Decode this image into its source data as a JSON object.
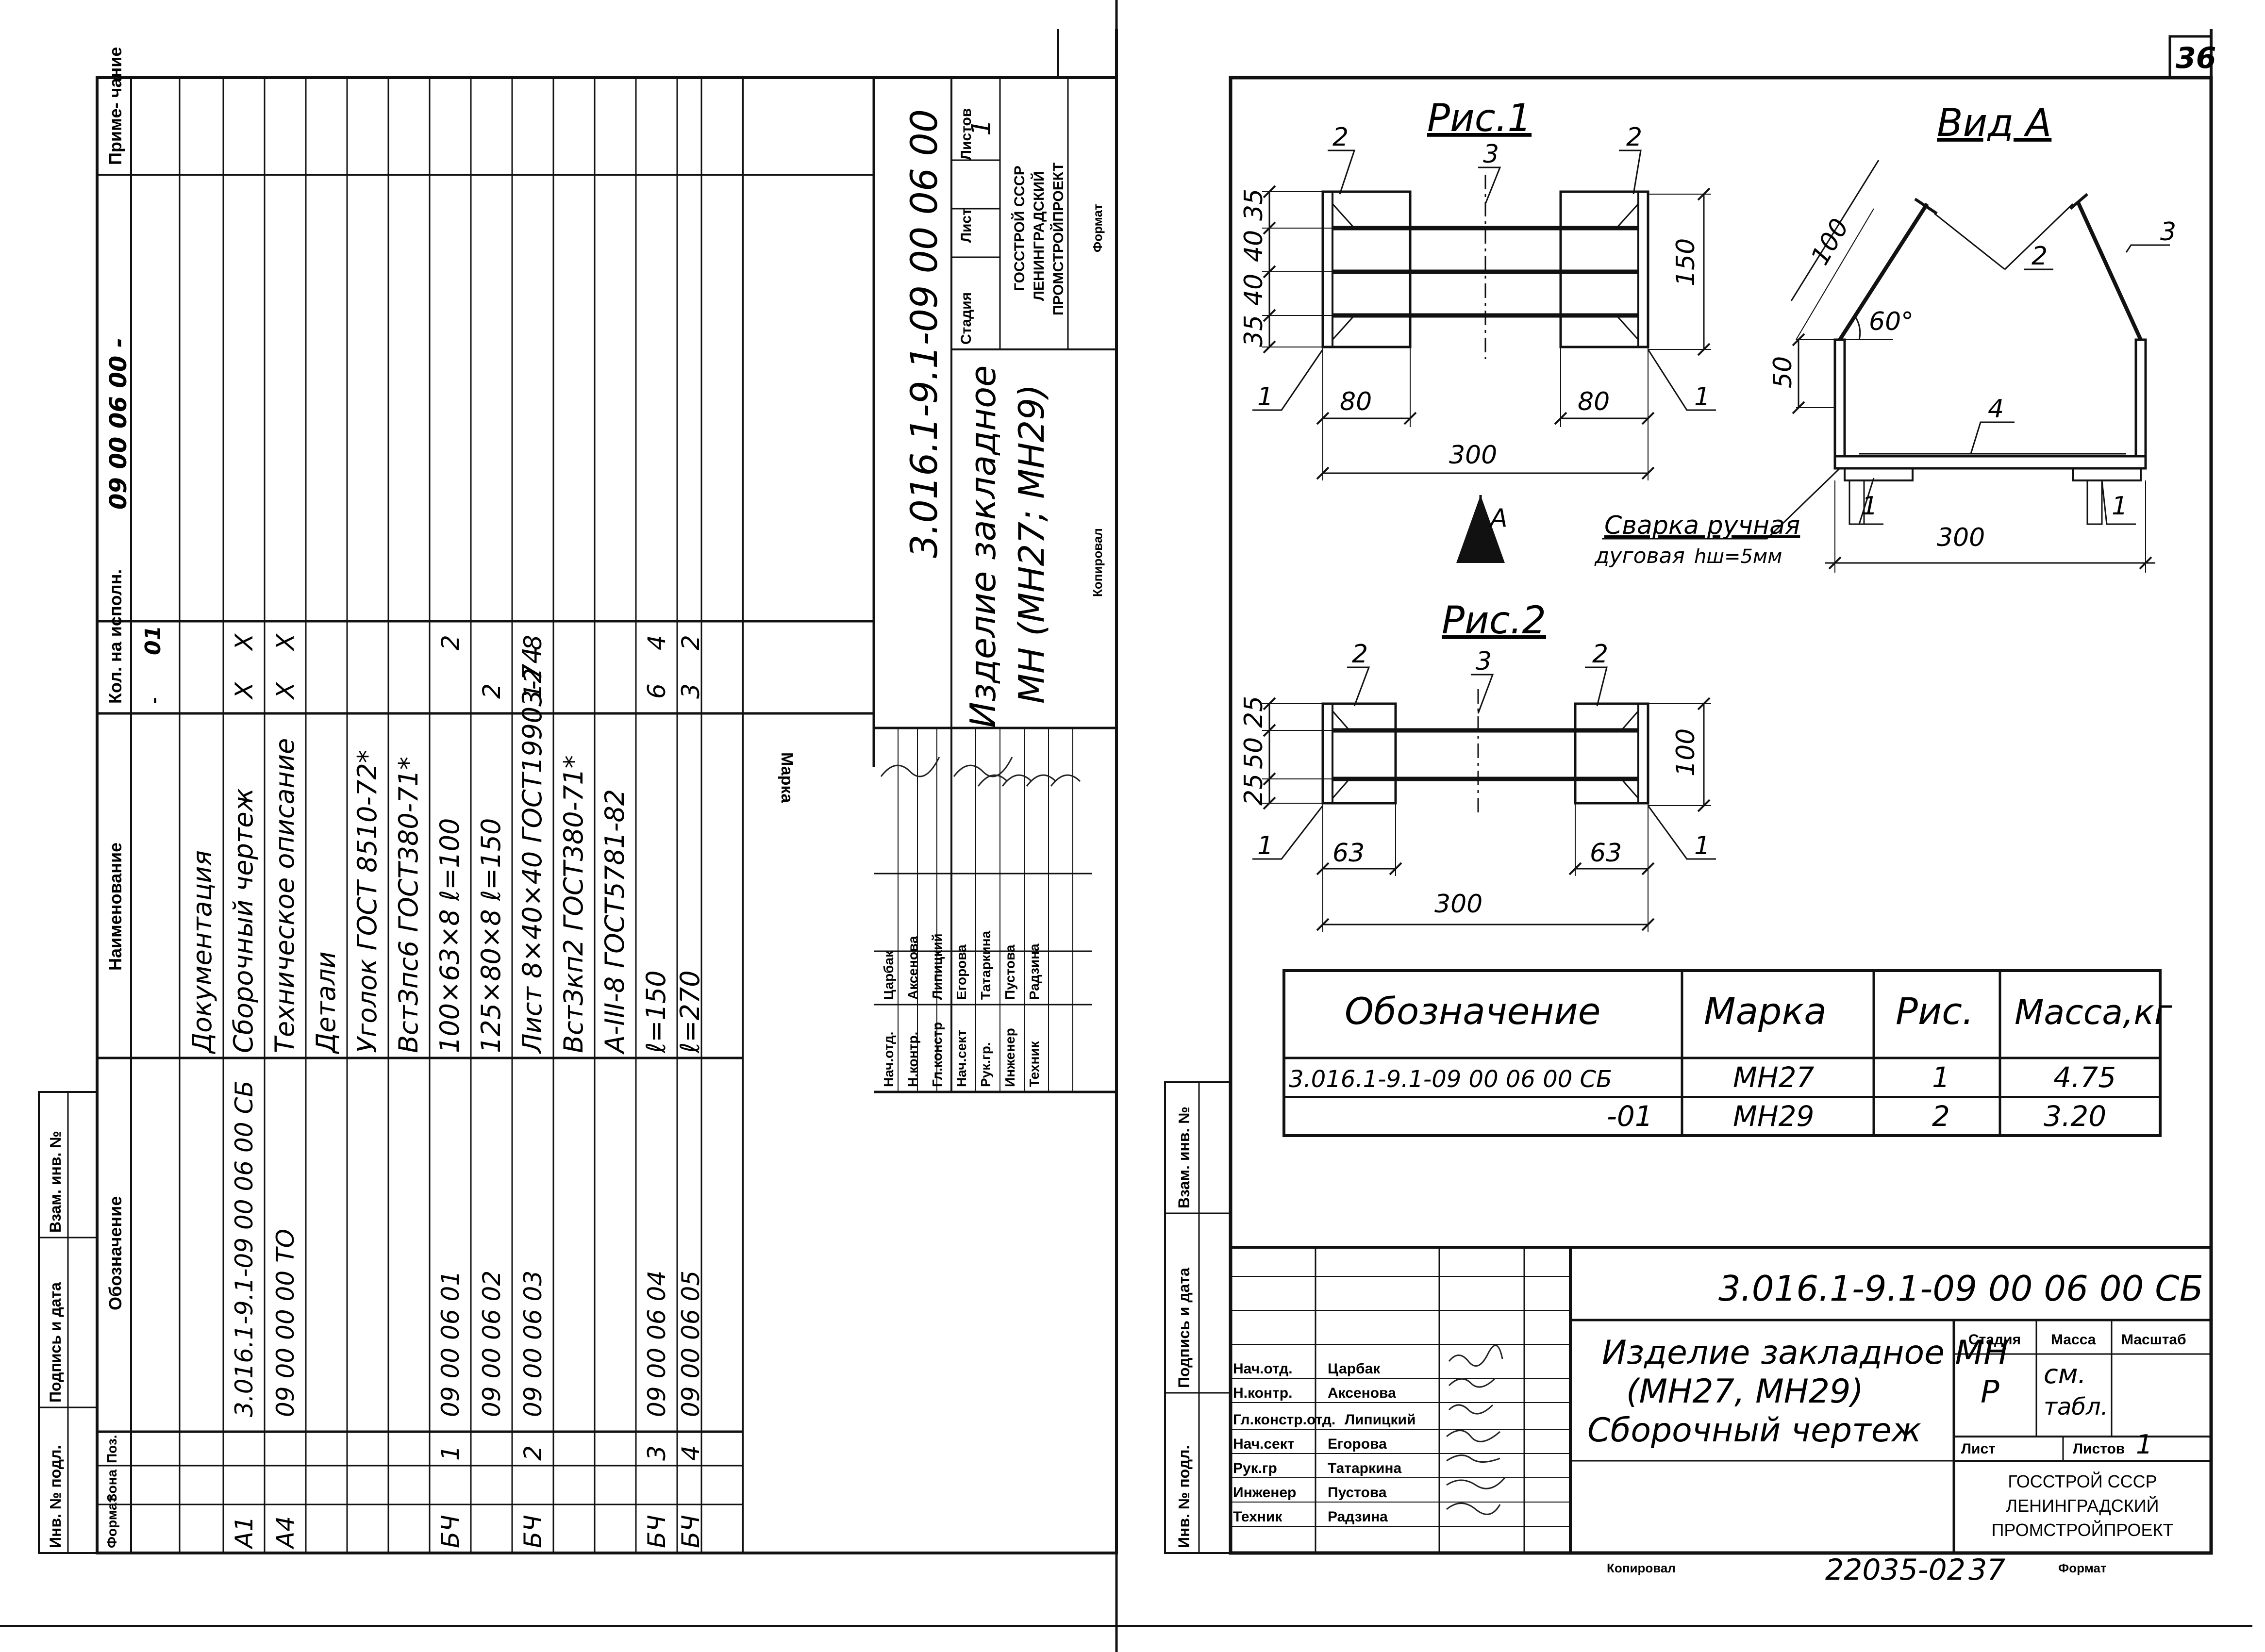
{
  "sheet": {
    "page_number": "36",
    "bottom_number": "22035-02",
    "bottom_page": "37"
  },
  "spec": {
    "headers": {
      "format": "Формат",
      "zone": "Зона",
      "pos": "Поз.",
      "designation": "Обозначение",
      "name": "Наименование",
      "qty_prefix": "Кол. на исполн.",
      "qty_doc": "09 00 06 00 -",
      "note": "Приме-\nчание",
      "col_dash": "-",
      "col_01": "01"
    },
    "rows": [
      {
        "format": "",
        "zone": "",
        "pos": "",
        "designation": "",
        "name": "Документация",
        "q0": "",
        "q1": ""
      },
      {
        "format": "А1",
        "zone": "",
        "pos": "",
        "designation": "3.016.1-9.1-09 00 06 00 СБ",
        "name": "Сборочный чертеж",
        "q0": "X",
        "q1": "X"
      },
      {
        "format": "А4",
        "zone": "",
        "pos": "",
        "designation": "09 00 00 00 ТО",
        "name": "Техническое описание",
        "q0": "X",
        "q1": "X"
      },
      {
        "format": "",
        "zone": "",
        "pos": "",
        "designation": "",
        "name": "Детали",
        "q0": "",
        "q1": ""
      },
      {
        "format": "",
        "zone": "",
        "pos": "",
        "designation": "",
        "name": "Уголок ГОСТ 8510-72*",
        "q0": "",
        "q1": ""
      },
      {
        "format": "",
        "zone": "",
        "pos": "",
        "designation": "",
        "name": "ВстЗпс6 ГОСТ380-71*",
        "q0": "",
        "q1": ""
      },
      {
        "format": "БЧ",
        "zone": "",
        "pos": "1",
        "designation": "09 00 06 01",
        "name": "100×63×8  ℓ=100",
        "q0": "",
        "q1": "2"
      },
      {
        "format": "",
        "zone": "",
        "pos": "",
        "designation": "09 00 06 02",
        "name": "125×80×8  ℓ=150",
        "q0": "2",
        "q1": ""
      },
      {
        "format": "БЧ",
        "zone": "",
        "pos": "2",
        "designation": "09 00 06 03",
        "name": "Лист 8×40×40 ГОСТ19903-74",
        "q0": "12",
        "q1": "8"
      },
      {
        "format": "",
        "zone": "",
        "pos": "",
        "designation": "",
        "name": "ВстЗкп2 ГОСТ380-71*",
        "q0": "",
        "q1": ""
      },
      {
        "format": "",
        "zone": "",
        "pos": "",
        "designation": "",
        "name": "А-III-8 ГОСТ5781-82",
        "q0": "",
        "q1": ""
      },
      {
        "format": "БЧ",
        "zone": "",
        "pos": "3",
        "designation": "09 00 06 04",
        "name": "ℓ=150",
        "q0": "6",
        "q1": "4"
      },
      {
        "format": "БЧ",
        "zone": "",
        "pos": "4",
        "designation": "09 00 06 05",
        "name": "ℓ=270",
        "q0": "3",
        "q1": "2"
      }
    ],
    "title_block": {
      "code": "3.016.1-9.1-09 00 06 00",
      "title_line1": "Изделие закладное",
      "title_line2": "МН (МН27; МН29)",
      "stage": "Стадия",
      "sheet": "Лист",
      "sheets": "Листов",
      "sheets_value": "1",
      "org1": "ГОССТРОЙ СССР",
      "org2": "ЛЕНИНГРАДСКИЙ",
      "org3": "ПРОМСТРОЙПРОЕКТ",
      "format_label": "Формат",
      "copy_label": "Копировал",
      "marka_label": "Марка"
    },
    "staff": [
      {
        "role": "Нач.отд.",
        "name": "Царбак"
      },
      {
        "role": "Н.контр.",
        "name": "Аксенова"
      },
      {
        "role": "Гл.констр",
        "name": "Липицкий"
      },
      {
        "role": "Нач.сект",
        "name": "Егорова"
      },
      {
        "role": "Рук.гр.",
        "name": "Татаркина"
      },
      {
        "role": "Инженер",
        "name": "Пустова"
      },
      {
        "role": "Техник",
        "name": "Радзина"
      }
    ],
    "side_stamp": [
      "Инв. № подл.",
      "Подпись и дата",
      "Взам. инв. №"
    ]
  },
  "drawing": {
    "fig1_title": "Рис.1",
    "fig2_title": "Рис.2",
    "view_title": "Вид А",
    "fig1": {
      "d_top": "35",
      "d_mid1": "40",
      "d_mid2": "40",
      "d_bot": "35",
      "height": "150",
      "left_w": "80",
      "right_w": "80",
      "total": "300",
      "pos_left": "2",
      "pos_mid": "3",
      "pos_right": "2",
      "leader_left": "1",
      "leader_right": "1"
    },
    "fig2": {
      "d_top": "25",
      "d_mid": "50",
      "d_bot": "25",
      "height": "100",
      "left_w": "63",
      "right_w": "63",
      "total": "300",
      "pos_left": "2",
      "pos_mid": "3",
      "pos_right": "2",
      "leader_left": "1",
      "leader_right": "1"
    },
    "view": {
      "len": "100",
      "angle": "60°",
      "h": "50",
      "width": "300",
      "p2": "2",
      "p3": "3",
      "p4": "4",
      "p1a": "1",
      "p1b": "1"
    },
    "arrow_label": "А",
    "weld_line1": "Сварка ручная",
    "weld_line2": "дуговая",
    "weld_leg": "hш=5мм"
  },
  "mass_table": {
    "headers": [
      "Обозначение",
      "Марка",
      "Рис.",
      "Масса,кг"
    ],
    "rows": [
      [
        "3.016.1-9.1-09 00 06 00 СБ",
        "МН27",
        "1",
        "4.75"
      ],
      [
        "-01",
        "МН29",
        "2",
        "3.20"
      ]
    ]
  },
  "title_block": {
    "code": "3.016.1-9.1-09 00 06 00 СБ",
    "title_line1": "Изделие закладное МН",
    "title_line2": "(МН27, МН29)",
    "title_line3": "Сборочный чертеж",
    "stage_label": "Стадия",
    "mass_label": "Масса",
    "scale_label": "Масштаб",
    "stage_value": "Р",
    "mass_value1": "см.",
    "mass_value2": "табл.",
    "sheet_label": "Лист",
    "sheets_label": "Листов",
    "sheets_value": "1",
    "org1": "ГОССТРОЙ СССР",
    "org2": "ЛЕНИНГРАДСКИЙ",
    "org3": "ПРОМСТРОЙПРОЕКТ",
    "copy_label": "Копировал",
    "format_label": "Формат",
    "staff": [
      {
        "role": "Нач.отд.",
        "name": "Царбак"
      },
      {
        "role": "Н.контр.",
        "name": "Аксенова"
      },
      {
        "role": "Гл.констр.отд.",
        "name": "Липицкий"
      },
      {
        "role": "Нач.сект",
        "name": "Егорова"
      },
      {
        "role": "Рук.гр",
        "name": "Татаркина"
      },
      {
        "role": "Инженер",
        "name": "Пустова"
      },
      {
        "role": "Техник",
        "name": "Радзина"
      }
    ],
    "side_stamp": [
      "Инв. № подл.",
      "Подпись и дата",
      "Взам. инв. №"
    ]
  }
}
